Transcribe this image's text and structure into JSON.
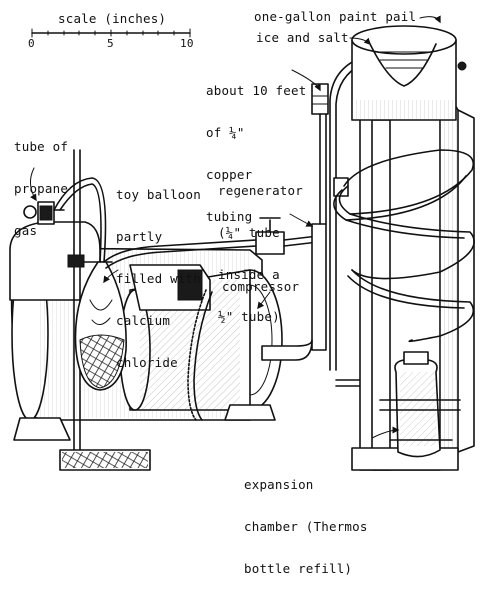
{
  "scale": {
    "title": "scale (inches)",
    "ticks": [
      "0",
      "5",
      "10"
    ]
  },
  "labels": {
    "paint_pail": "one-gallon paint pail",
    "ice_salt": "ice and salt",
    "copper_tubing": [
      "about 10 feet",
      "of ¼\"",
      "copper",
      "tubing"
    ],
    "propane": [
      "tube of",
      "propane",
      "gas"
    ],
    "balloon": [
      "toy balloon",
      "partly",
      "filled with",
      "calcium",
      "chloride"
    ],
    "regenerator": [
      "regenerator",
      "(¼\" tube",
      "inside a",
      "½\" tube)"
    ],
    "compressor": "compressor",
    "expansion": [
      "expansion",
      "chamber (Thermos",
      "bottle refill)"
    ]
  }
}
